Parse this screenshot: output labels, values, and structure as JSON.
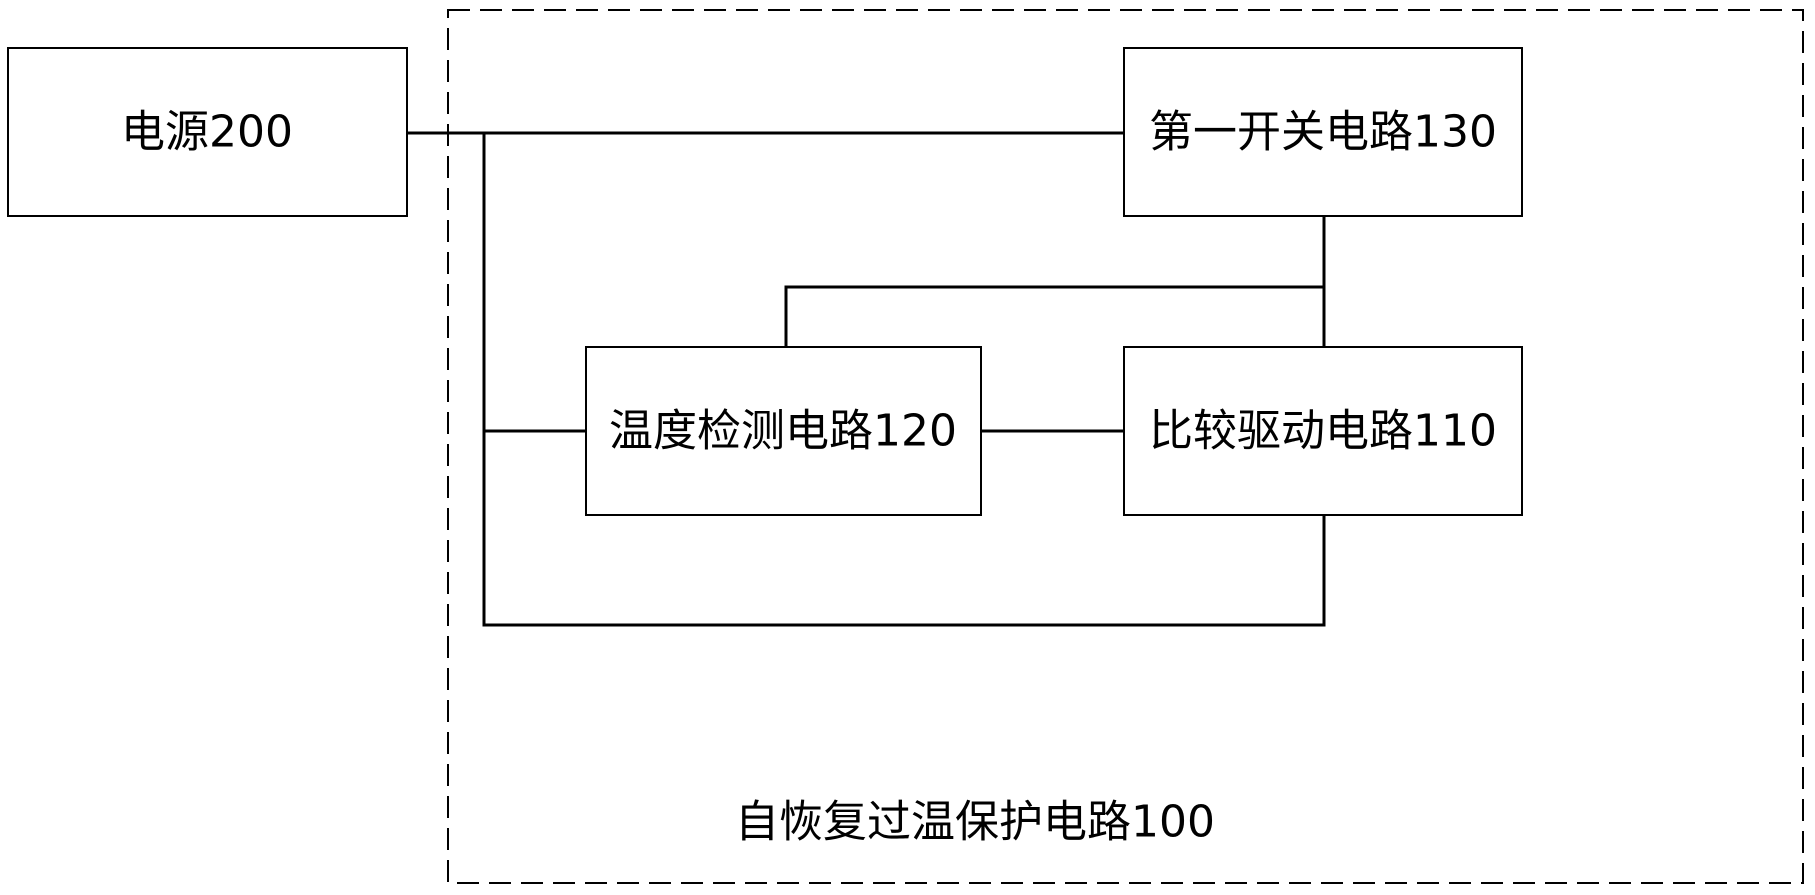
{
  "diagram": {
    "group": {
      "label": "自恢复过温保护电路100"
    },
    "blocks": {
      "power": {
        "label": "电源200"
      },
      "switch": {
        "label": "第一开关电路130"
      },
      "temp": {
        "label": "温度检测电路120"
      },
      "compare": {
        "label": "比较驱动电路110"
      }
    },
    "connections": [
      {
        "from": "power",
        "to": "switch"
      },
      {
        "from": "power",
        "to": "temp"
      },
      {
        "from": "power",
        "to": "compare"
      },
      {
        "from": "temp",
        "to": "compare"
      },
      {
        "from": "switch",
        "to": "compare"
      },
      {
        "from": "switch",
        "to": "temp"
      }
    ]
  }
}
